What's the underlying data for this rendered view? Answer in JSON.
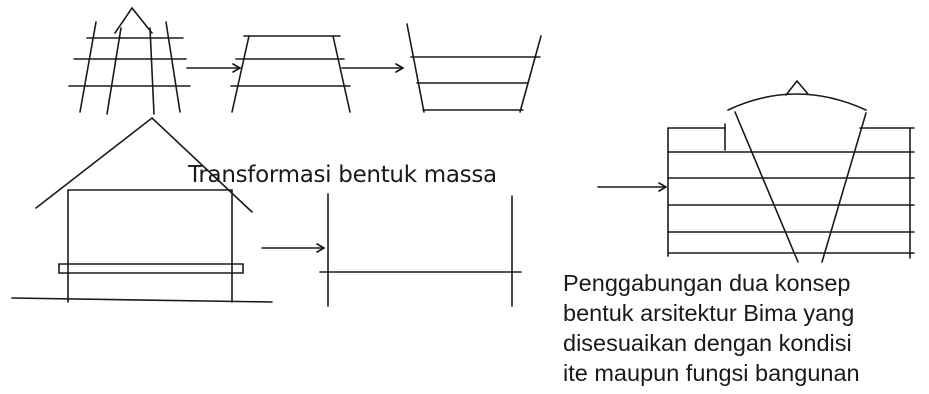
{
  "captions": {
    "transformation": "Transformasi bentuk massa",
    "combination_lines": [
      "Penggabungan dua konsep",
      "bentuk arsitektur Bima yang",
      "disesuaikan dengan kondisi",
      "ite maupun fungsi bangunan"
    ]
  }
}
